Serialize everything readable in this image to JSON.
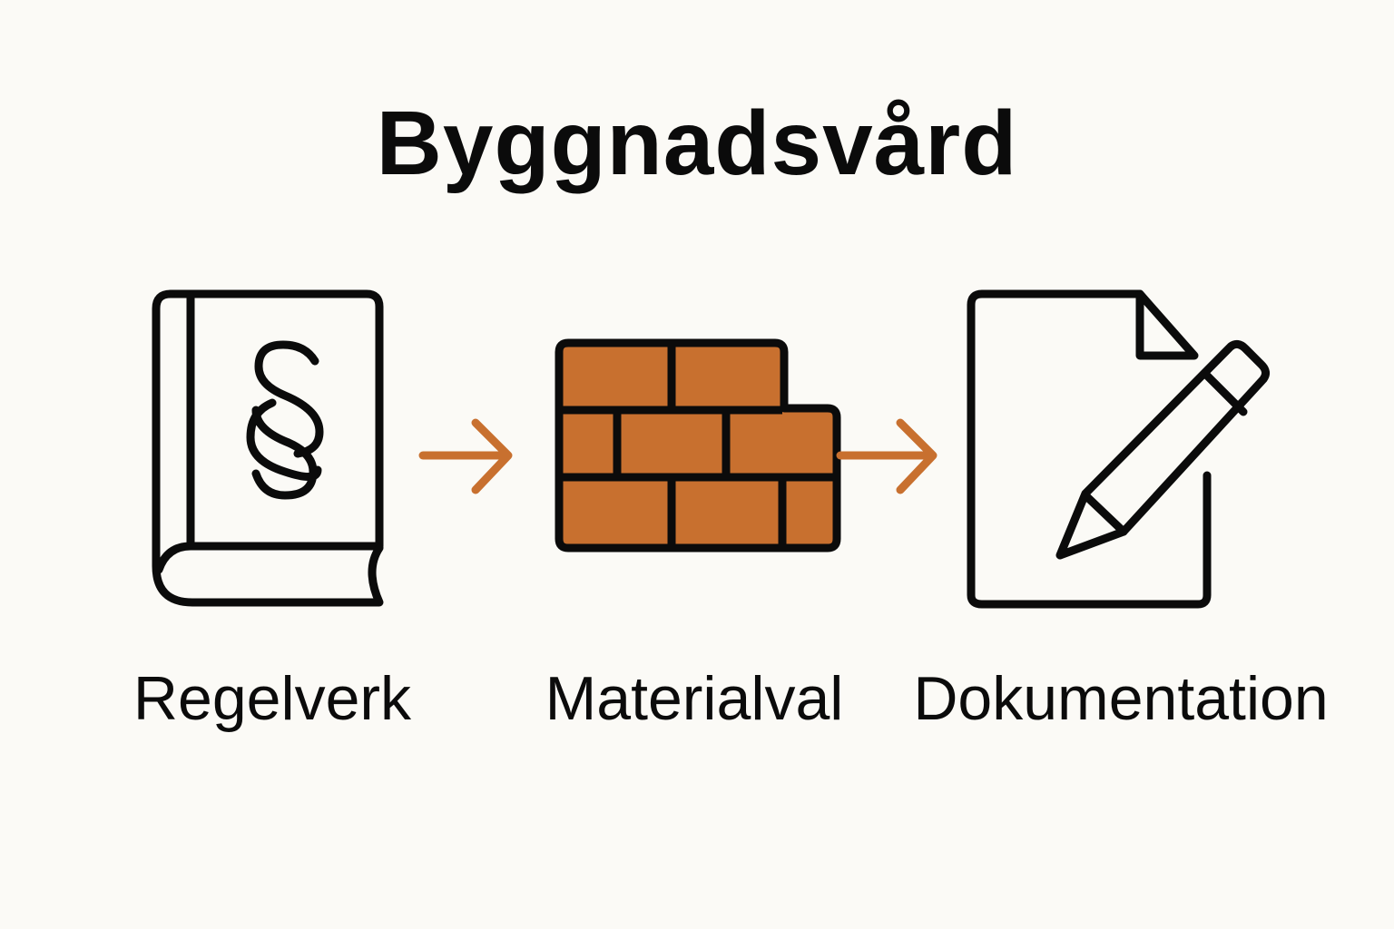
{
  "title": "Byggnadsvård",
  "steps": [
    {
      "label": "Regelverk",
      "icon": "law-book-icon"
    },
    {
      "label": "Materialval",
      "icon": "brick-wall-icon"
    },
    {
      "label": "Dokumentation",
      "icon": "document-pencil-icon"
    }
  ],
  "colors": {
    "background": "#fbfaf6",
    "stroke": "#0b0b0b",
    "accent": "#c8702f"
  }
}
